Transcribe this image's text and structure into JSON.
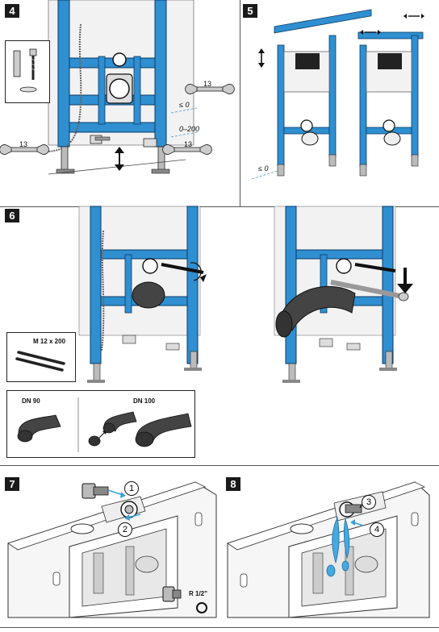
{
  "steps": {
    "s4": "4",
    "s5": "5",
    "s6": "6",
    "s7": "7",
    "s8": "8"
  },
  "step4": {
    "wrench_size_right": "13",
    "wrench_size_left": "13",
    "wrench_size_bottom": "13",
    "dim_upper": "≤ 0",
    "dim_lower": "0–200"
  },
  "step5": {
    "dim_floor": "≤ 0"
  },
  "step6": {
    "bolt_spec": "M 12 x 200",
    "dn90": "DN 90",
    "dn100": "DN 100"
  },
  "step7": {
    "callout1": "1",
    "callout2": "2",
    "thread": "R 1/2\""
  },
  "step8": {
    "callout3": "3",
    "callout4": "4"
  },
  "colors": {
    "frame_blue": "#2f8fd0",
    "frame_outline": "#0b3a66",
    "arrow_blue": "#3aa0d8",
    "water_blue": "#46a9e0"
  }
}
